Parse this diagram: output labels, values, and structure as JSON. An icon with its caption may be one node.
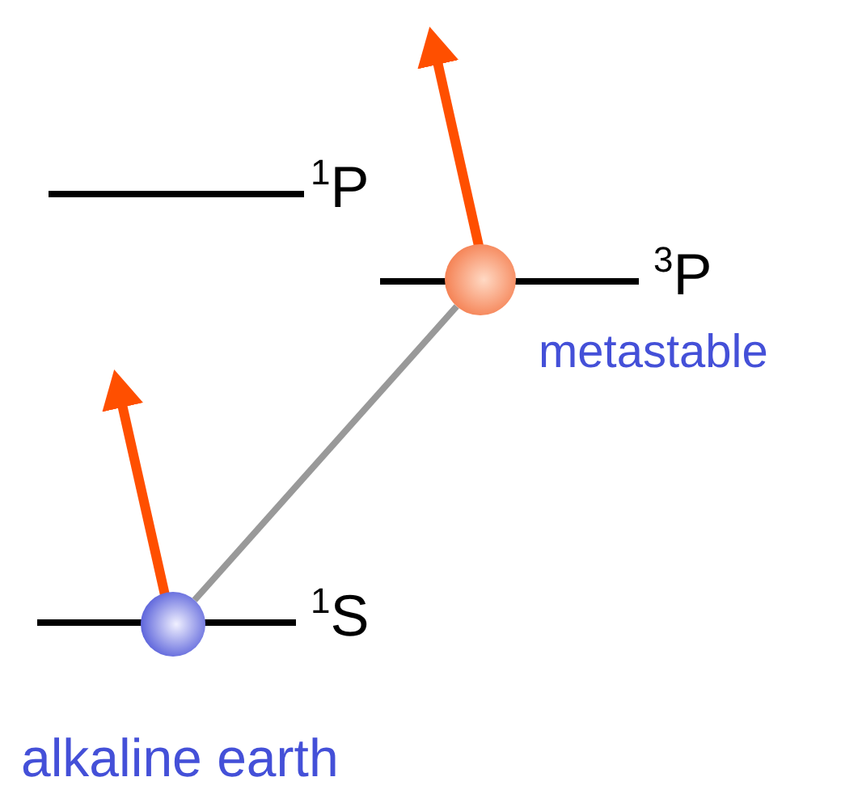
{
  "diagram": {
    "nodes": [
      {
        "text": [],
        "shape": "circle",
        "beside": [
          "metastable"
        ]
      },
      {
        "text": [],
        "shape": "circle",
        "beside": [
          "alkaline earth"
        ]
      }
    ],
    "edges": [
      {
        "from": 1,
        "to": 0,
        "arrow": "none"
      }
    ],
    "labels": [
      "$^{1}$P",
      "$^{3}$P",
      "$^{1}$S"
    ]
  }
}
